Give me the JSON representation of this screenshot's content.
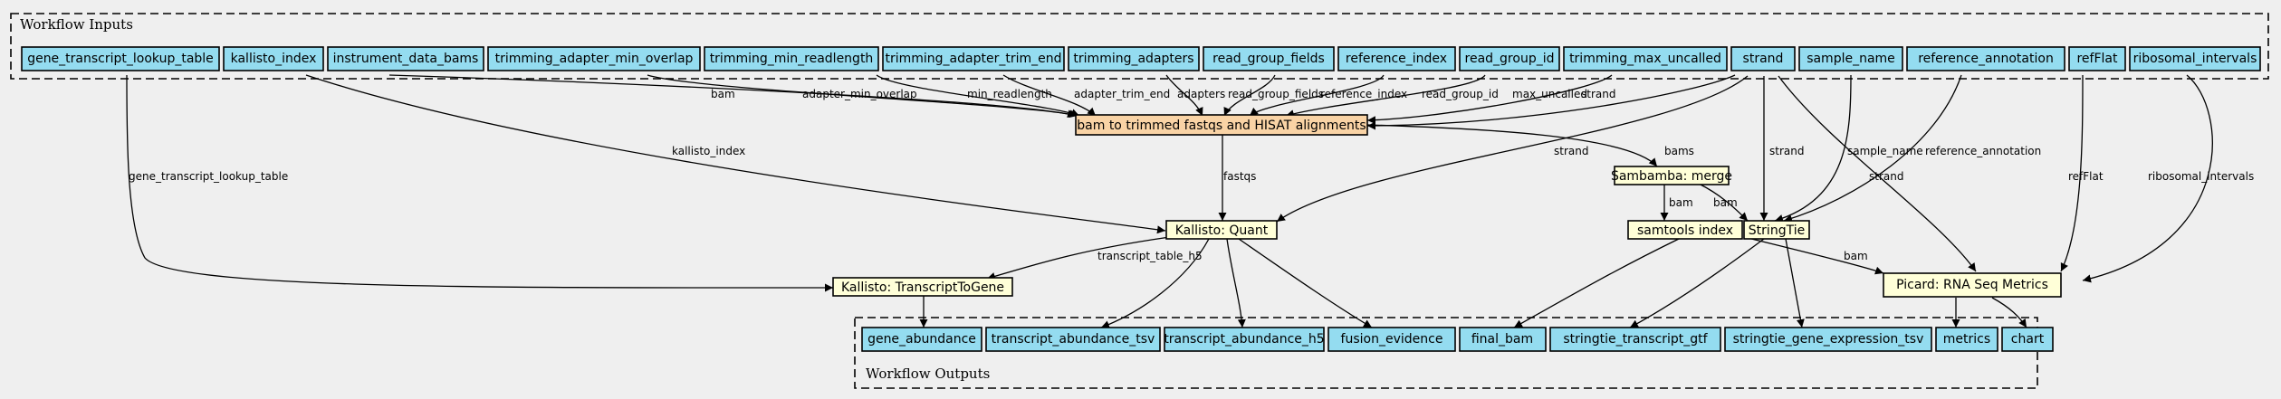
{
  "colors": {
    "background": "#efefef",
    "input": "#94dcf0",
    "step": "#ffffd8",
    "main_step": "#f9d3a5",
    "output": "#94dcf0"
  },
  "clusters": {
    "inputs": "Workflow Inputs",
    "outputs": "Workflow Outputs"
  },
  "nodes": {
    "gene_transcript_lookup_table": "gene_transcript_lookup_table",
    "kallisto_index": "kallisto_index",
    "instrument_data_bams": "instrument_data_bams",
    "trimming_adapter_min_overlap": "trimming_adapter_min_overlap",
    "trimming_min_readlength": "trimming_min_readlength",
    "trimming_adapter_trim_end": "trimming_adapter_trim_end",
    "trimming_adapters": "trimming_adapters",
    "read_group_fields": "read_group_fields",
    "reference_index": "reference_index",
    "read_group_id": "read_group_id",
    "trimming_max_uncalled": "trimming_max_uncalled",
    "strand": "strand",
    "sample_name": "sample_name",
    "reference_annotation": "reference_annotation",
    "refFlat": "refFlat",
    "ribosomal_intervals": "ribosomal_intervals",
    "bam_to_trimmed": "bam to trimmed fastqs and HISAT alignments",
    "sambamba_merge": "Sambamba: merge",
    "kallisto_quant": "Kallisto: Quant",
    "samtools_index": "samtools index",
    "stringtie": "StringTie",
    "transcript_to_gene": "Kallisto: TranscriptToGene",
    "picard_metrics": "Picard: RNA Seq Metrics",
    "gene_abundance": "gene_abundance",
    "transcript_abundance_tsv": "transcript_abundance_tsv",
    "transcript_abundance_h5": "transcript_abundance_h5",
    "fusion_evidence": "fusion_evidence",
    "final_bam": "final_bam",
    "stringtie_transcript_gtf": "stringtie_transcript_gtf",
    "stringtie_gene_expression_tsv": "stringtie_gene_expression_tsv",
    "metrics": "metrics",
    "chart": "chart"
  },
  "edge_labels": {
    "bam": "bam",
    "adapter_min_overlap": "adapter_min_overlap",
    "min_readlength": "min_readlength",
    "adapter_trim_end": "adapter_trim_end",
    "adapters": "adapters",
    "read_group_fields": "read_group_fields",
    "reference_index": "reference_index",
    "read_group_id": "read_group_id",
    "max_uncalled": "max_uncalled",
    "strand_align": "strand",
    "gene_transcript_lookup_table": "gene_transcript_lookup_table",
    "kallisto_index": "kallisto_index",
    "fastqs": "fastqs",
    "bams": "bams",
    "strand_kallisto": "strand",
    "strand_stringtie": "strand",
    "sample_name": "sample_name",
    "reference_annotation": "reference_annotation",
    "strand_picard": "strand",
    "refFlat": "refFlat",
    "ribosomal_intervals": "ribosomal_intervals",
    "bam_samtools": "bam",
    "bam_stringtie": "bam",
    "transcript_table_h5": "transcript_table_h5",
    "bam_picard": "bam"
  }
}
